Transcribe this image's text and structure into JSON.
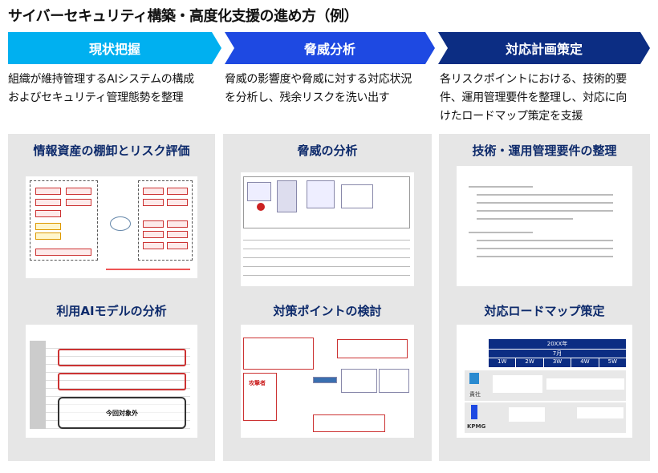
{
  "title": "サイバーセキュリティ構築・高度化支援の進め方（例）",
  "steps": [
    {
      "label": "現状把握",
      "color": "#00b0f0",
      "description_lines": [
        "組織が維持管理するAIシステムの構成",
        "およびセキュリティ管理態勢を整理"
      ]
    },
    {
      "label": "脅威分析",
      "color": "#1e49e2",
      "description_lines": [
        "脅威の影響度や脅威に対する対応状況",
        "を分析し、残余リスクを洗い出す"
      ]
    },
    {
      "label": "対応計画策定",
      "color": "#0c2d83",
      "description_lines": [
        "各リスクポイントにおける、技術的要",
        "件、運用管理要件を整理し、対応に向",
        "けたロードマップ策定を支援"
      ]
    }
  ],
  "panels": [
    {
      "sections": [
        {
          "heading": "情報資産の棚卸とリスク評価"
        },
        {
          "heading": "利用AIモデルの分析",
          "thumb_label": "今回対象外"
        }
      ]
    },
    {
      "sections": [
        {
          "heading": "脅威の分析"
        },
        {
          "heading": "対策ポイントの検討",
          "thumb_label": "攻撃者"
        }
      ]
    },
    {
      "sections": [
        {
          "heading": "技術・運用管理要件の整理"
        },
        {
          "heading": "対応ロードマップ策定"
        }
      ]
    }
  ],
  "roadmap": {
    "year": "20XX年",
    "month": "7月",
    "weeks": [
      "1W",
      "2W",
      "3W",
      "4W",
      "5W"
    ],
    "rows": [
      "貴社",
      "KPMG"
    ],
    "header_color": "#0c2d83"
  }
}
